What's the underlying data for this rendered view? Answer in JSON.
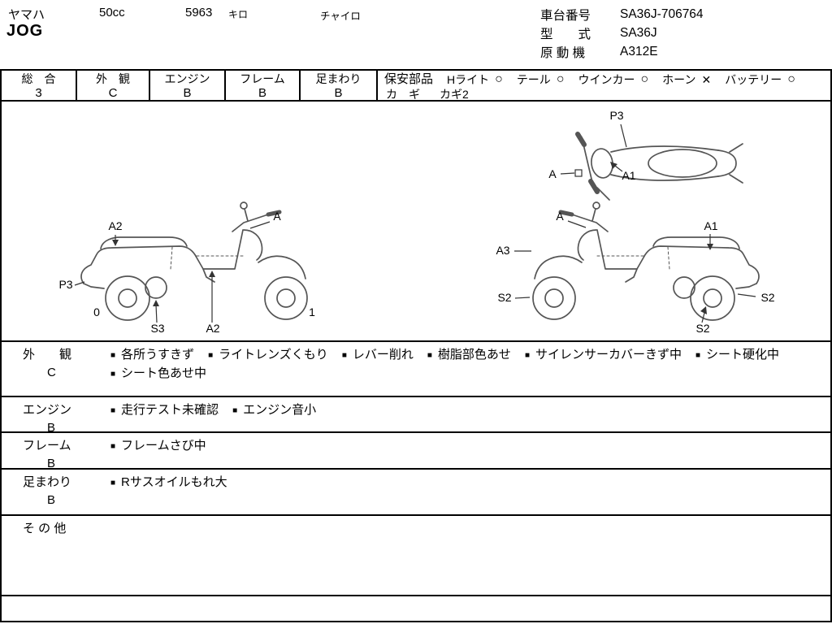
{
  "ui": {
    "bullet": "■"
  },
  "header": {
    "maker": "ヤマハ",
    "displacement": "50cc",
    "mileage": "5963",
    "mileage_unit": "キロ",
    "color": "チャイロ",
    "model": "JOG",
    "chassis_label": "車台番号",
    "chassis_value": "SA36J-706764",
    "type_label": "型　　式",
    "type_value": "SA36J",
    "engine_label": "原 動 機",
    "engine_value": "A312E"
  },
  "ratings": [
    {
      "label": "総　合",
      "value": "3"
    },
    {
      "label": "外　観",
      "value": "C"
    },
    {
      "label": "エンジン",
      "value": "B"
    },
    {
      "label": "フレーム",
      "value": "B"
    },
    {
      "label": "足まわり",
      "value": "B"
    }
  ],
  "safety": {
    "title": "保安部品",
    "items": [
      {
        "label": "Hライト",
        "mark": "○"
      },
      {
        "label": "テール",
        "mark": "○"
      },
      {
        "label": "ウインカー",
        "mark": "○"
      },
      {
        "label": "ホーン",
        "mark": "✕"
      },
      {
        "label": "バッテリー",
        "mark": "○"
      }
    ],
    "key_label": "カ　ギ",
    "key_value": "カギ2"
  },
  "diagram": {
    "top_view": [
      "P3",
      "A",
      "A1"
    ],
    "side_left": [
      "A2",
      "A",
      "P3",
      "0",
      "S3",
      "A2",
      "1"
    ],
    "side_right": [
      "A",
      "A1",
      "A3",
      "S2",
      "S2",
      "S2"
    ]
  },
  "notes": [
    {
      "label": "外　　観",
      "grade": "C",
      "items": [
        "各所うすきず",
        "ライトレンズくもり",
        "レバー削れ",
        "樹脂部色あせ",
        "サイレンサーカバーきず中",
        "シート硬化中",
        "シート色あせ中"
      ]
    },
    {
      "label": "エンジン",
      "grade": "B",
      "items": [
        "走行テスト未確認",
        "エンジン音小"
      ]
    },
    {
      "label": "フレーム",
      "grade": "B",
      "items": [
        "フレームさび中"
      ]
    },
    {
      "label": "足まわり",
      "grade": "B",
      "items": [
        "Rサスオイルもれ大"
      ]
    },
    {
      "label": "そ の 他",
      "grade": "",
      "items": []
    }
  ]
}
